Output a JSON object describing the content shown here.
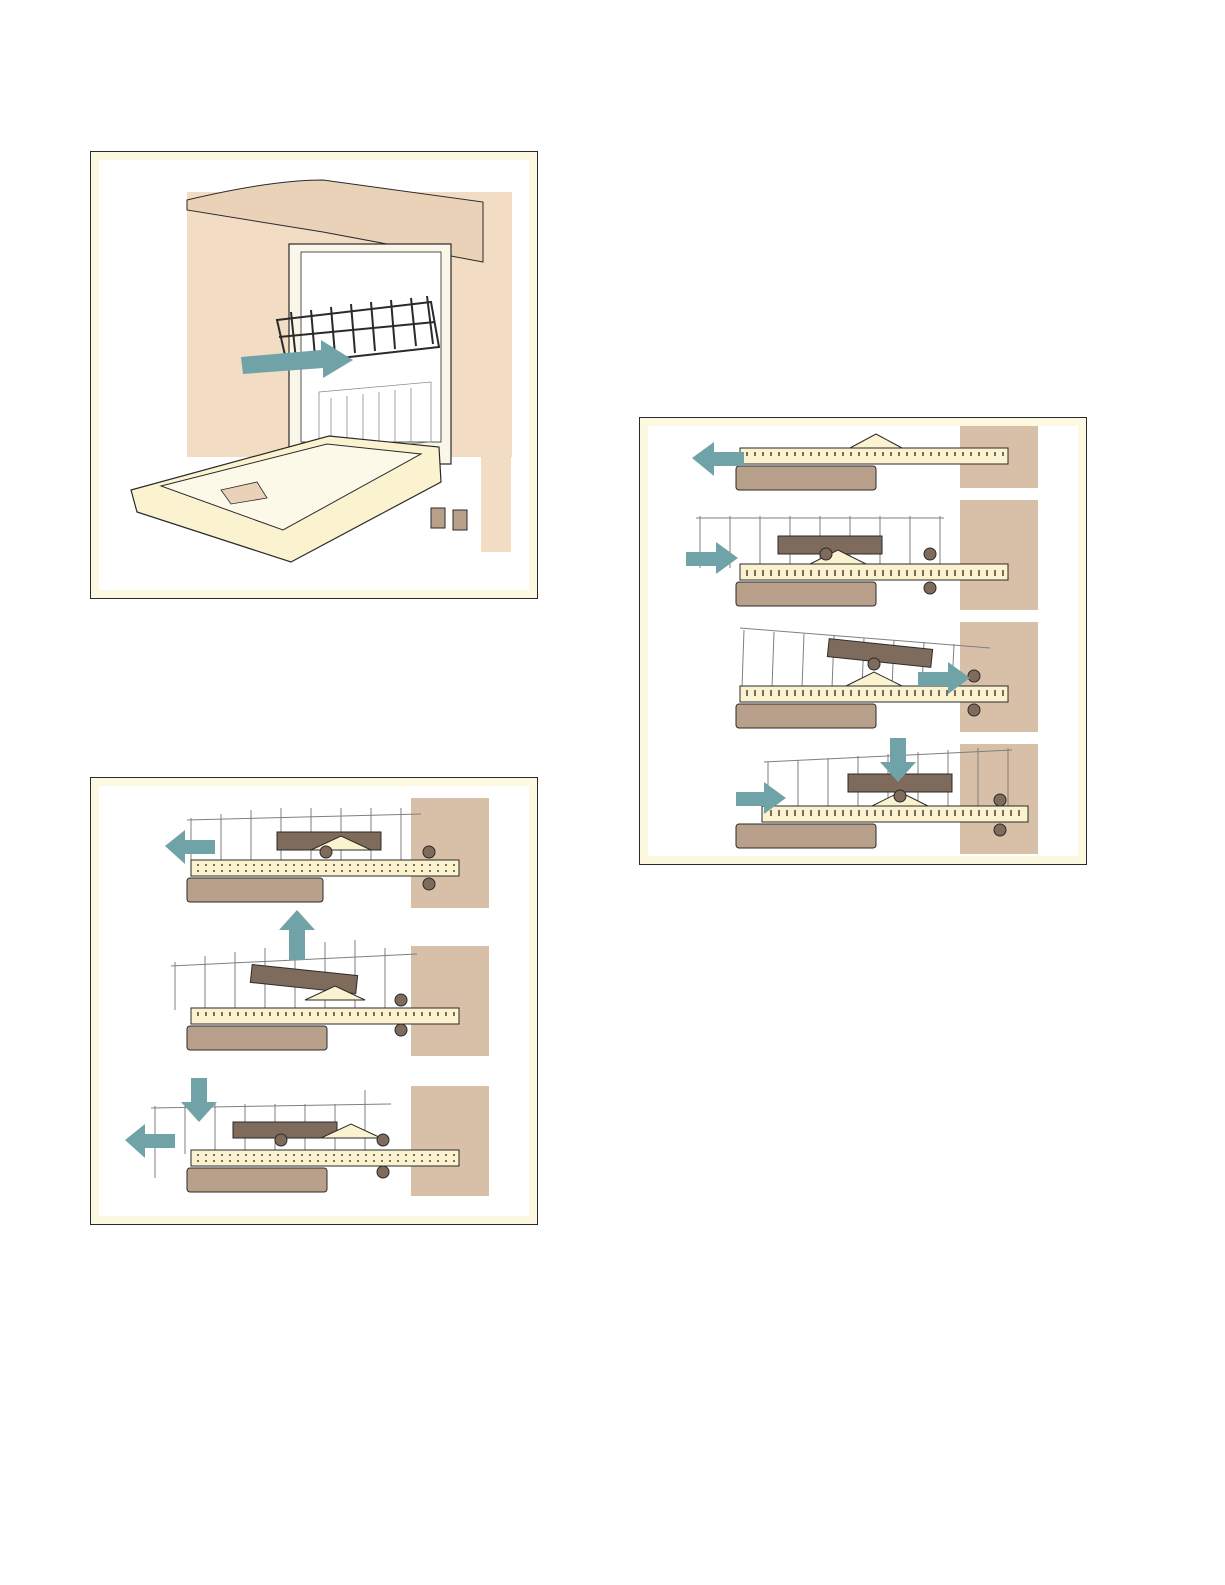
{
  "colors": {
    "frame_fill": "#fdf8e0",
    "cabinet": "#f3dcc4",
    "counter": "#e9d2b8",
    "rail": "#fbf3cf",
    "holder_dark": "#7f6b5b",
    "holder_light": "#b9a08a",
    "wall": "#d8c0a8",
    "arrow": "#6fa3a7",
    "line": "#2a2a2a"
  },
  "icons": {
    "arrow": "arrow-icon",
    "wheel": "wheel-icon"
  },
  "figures": [
    {
      "name": "dishwasher-open-illustration"
    },
    {
      "name": "rack-removal-steps"
    },
    {
      "name": "rack-insertion-steps"
    }
  ]
}
